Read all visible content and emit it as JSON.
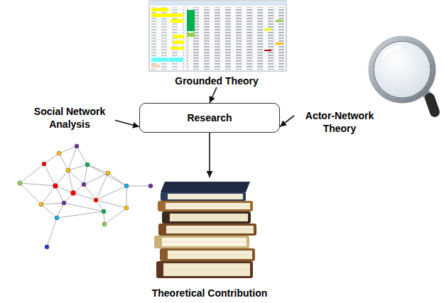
{
  "diagram": {
    "nodes": [
      {
        "text": [
          "Grounded Theory"
        ]
      },
      {
        "text": [
          "Social Network Analysis"
        ]
      },
      {
        "text": [
          "Research"
        ]
      },
      {
        "text": [
          "Actor-Network Theory"
        ]
      },
      {
        "text": [
          "Theoretical Contribution"
        ]
      }
    ],
    "edges": [
      {
        "from": 0,
        "to": 2,
        "arrow": "to"
      },
      {
        "from": 1,
        "to": 2,
        "arrow": "to"
      },
      {
        "from": 3,
        "to": 2,
        "arrow": "to"
      },
      {
        "from": 2,
        "to": 4,
        "arrow": "to"
      }
    ]
  }
}
